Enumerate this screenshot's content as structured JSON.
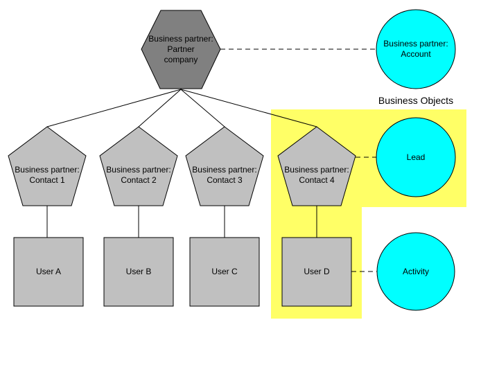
{
  "colors": {
    "partner_company_fill": "#808080",
    "contact_user_fill": "#c0c0c0",
    "business_object_fill": "#00ffff",
    "highlight_fill": "#ffff66",
    "outline": "#000000",
    "background": "#ffffff"
  },
  "labels": {
    "business_objects": "Business Objects"
  },
  "nodes": {
    "partner_company": {
      "shape": "hexagon",
      "lines": [
        "Business partner:",
        "Partner",
        "company"
      ]
    },
    "account": {
      "shape": "circle",
      "lines": [
        "Business partner:",
        "Account"
      ]
    },
    "lead": {
      "shape": "circle",
      "label": "Lead"
    },
    "activity": {
      "shape": "circle",
      "label": "Activity"
    },
    "contacts": [
      {
        "shape": "pentagon",
        "lines": [
          "Business partner:",
          "Contact 1"
        ]
      },
      {
        "shape": "pentagon",
        "lines": [
          "Business partner:",
          "Contact 2"
        ]
      },
      {
        "shape": "pentagon",
        "lines": [
          "Business partner:",
          "Contact 3"
        ]
      },
      {
        "shape": "pentagon",
        "lines": [
          "Business partner:",
          "Contact 4"
        ]
      }
    ],
    "users": [
      {
        "shape": "square",
        "label": "User A"
      },
      {
        "shape": "square",
        "label": "User B"
      },
      {
        "shape": "square",
        "label": "User C"
      },
      {
        "shape": "square",
        "label": "User D"
      }
    ]
  },
  "connections": {
    "solid": [
      "partner_company-contact_1",
      "partner_company-contact_2",
      "partner_company-contact_3",
      "partner_company-contact_4",
      "contact_1-user_a",
      "contact_2-user_b",
      "contact_3-user_c",
      "contact_4-user_d"
    ],
    "dashed": [
      "partner_company-account",
      "contact_4-lead",
      "user_d-activity"
    ]
  }
}
